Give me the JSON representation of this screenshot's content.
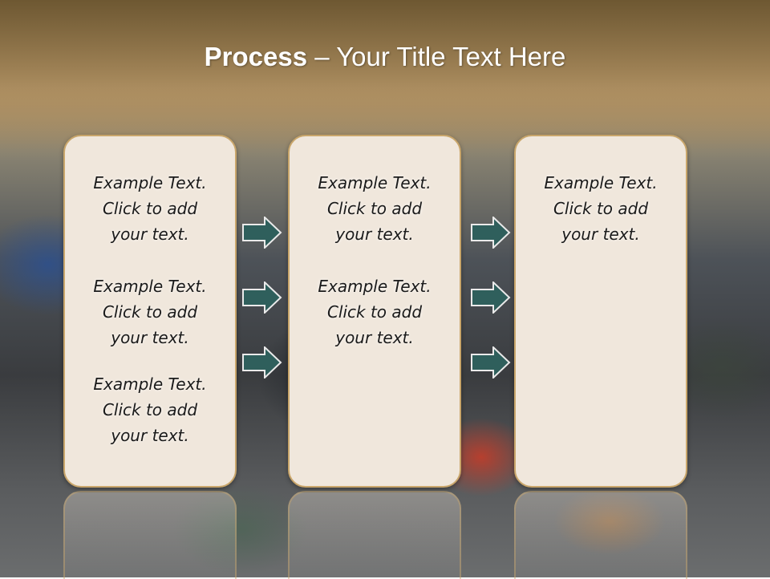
{
  "title": {
    "bold": "Process",
    "rest": " – Your Title Text Here"
  },
  "columns": [
    {
      "blocks": [
        {
          "l1": "Example Text.",
          "l2": "Click  to add",
          "l3": "your text."
        },
        {
          "l1": "Example Text.",
          "l2": "Click  to add",
          "l3": "your text."
        },
        {
          "l1": "Example Text.",
          "l2": "Click  to add",
          "l3": "your text."
        }
      ]
    },
    {
      "blocks": [
        {
          "l1": "Example Text.",
          "l2": "Click  to add",
          "l3": "your text."
        },
        {
          "l1": "Example Text.",
          "l2": "Click  to add",
          "l3": "your text."
        }
      ]
    },
    {
      "blocks": [
        {
          "l1": "Example Text.",
          "l2": "Click  to add",
          "l3": "your text."
        }
      ]
    }
  ],
  "colors": {
    "arrow_fill": "#2f5f5c",
    "arrow_stroke": "#eaeaea",
    "card_fill": "#f0e7dc",
    "card_border": "#c9a66b"
  },
  "icons": {
    "arrow": "right-arrow-icon"
  }
}
